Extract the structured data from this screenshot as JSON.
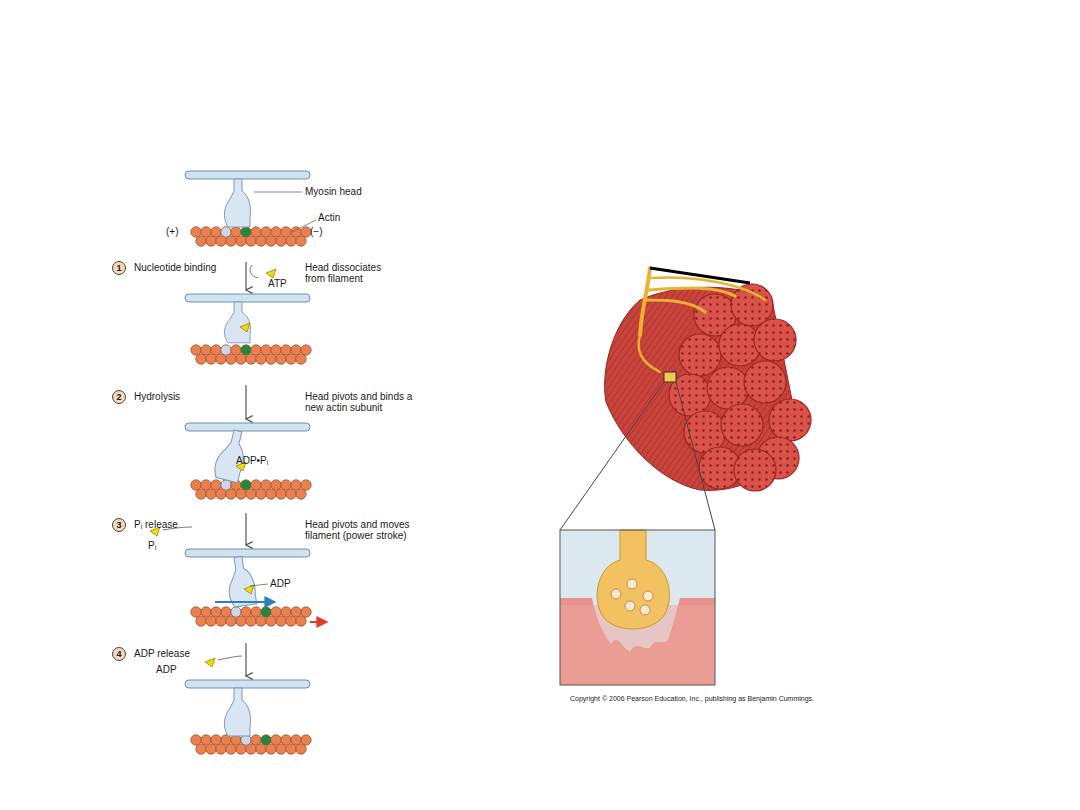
{
  "diagram": {
    "nodes": [
      {
        "text": [
          "1"
        ]
      },
      {
        "text": [
          "2"
        ]
      },
      {
        "text": [
          "3"
        ]
      },
      {
        "text": [
          "4"
        ]
      }
    ],
    "labels": [
      "Myosin head",
      "Actin",
      "(+)",
      "(−)",
      "Nucleotide binding",
      "Head dissociates from filament",
      "ATP",
      "Hydrolysis",
      "Head pivots and binds a new actin subunit",
      "ADP•Pᵢ",
      "Pᵢ release",
      "Pᵢ",
      "Head pivots and moves filament (power stroke)",
      "ADP",
      "ADP release",
      "ADP",
      "Copyright © 2006 Pearson Education, Inc., publishing as Benjamin Cummings."
    ]
  }
}
